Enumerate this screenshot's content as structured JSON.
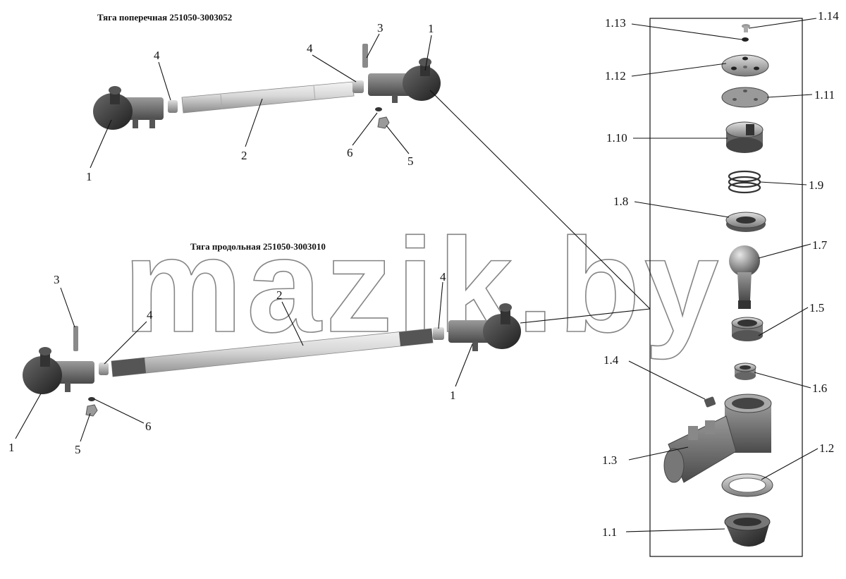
{
  "titles": {
    "transverse": "Тяга поперечная 251050-3003052",
    "longitudinal": "Тяга продольная 251050-3003010"
  },
  "watermark": "mazik.by",
  "labels_upper": {
    "end_left": "1",
    "rod": "2",
    "bolt": "3",
    "clamp_left": "4",
    "clamp_right": "4",
    "nut": "5",
    "pin": "6",
    "end_right": "1"
  },
  "labels_lower": {
    "end_left": "1",
    "rod": "2",
    "bolt": "3",
    "clamp_left": "4",
    "clamp_right": "4",
    "nut": "5",
    "pin": "6",
    "end_right": "1"
  },
  "parts_column": [
    {
      "id": "p114",
      "label": "1.14"
    },
    {
      "id": "p113",
      "label": "1.13"
    },
    {
      "id": "p112",
      "label": "1.12"
    },
    {
      "id": "p111",
      "label": "1.11"
    },
    {
      "id": "p110",
      "label": "1.10"
    },
    {
      "id": "p19",
      "label": "1.9"
    },
    {
      "id": "p18",
      "label": "1.8"
    },
    {
      "id": "p17",
      "label": "1.7"
    },
    {
      "id": "p15",
      "label": "1.5"
    },
    {
      "id": "p16",
      "label": "1.6"
    },
    {
      "id": "p14",
      "label": "1.4"
    },
    {
      "id": "p13",
      "label": "1.3"
    },
    {
      "id": "p12",
      "label": "1.2"
    },
    {
      "id": "p11",
      "label": "1.1"
    }
  ],
  "colors": {
    "part_dark": "#2b2b2b",
    "part_mid": "#7d7d7d",
    "part_light": "#cfcfcf",
    "line": "#111111"
  }
}
